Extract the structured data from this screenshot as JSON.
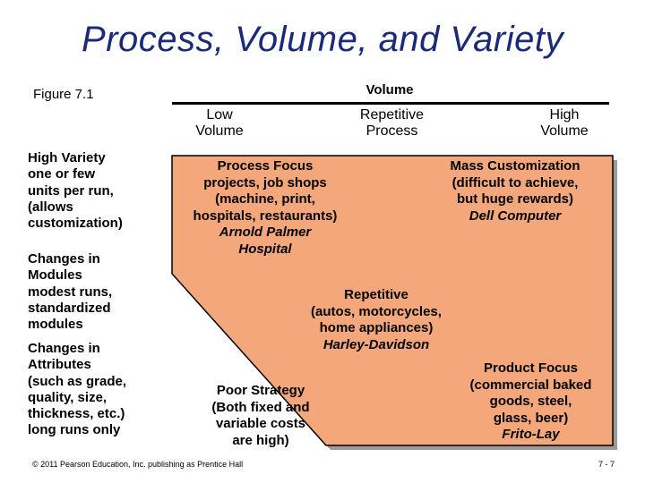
{
  "title": "Process, Volume, and Variety",
  "figure_label": "Figure 7.1",
  "volume_axis": {
    "label": "Volume",
    "low": "Low\nVolume",
    "repetitive": "Repetitive\nProcess",
    "high": "High\nVolume"
  },
  "variety_rows": [
    "High Variety\none or few\nunits per run,\n(allows\ncustomization)",
    "Changes in\nModules\nmodest runs,\nstandardized\nmodules",
    "Changes in\nAttributes\n(such as grade,\nquality, size,\nthickness, etc.)\nlong runs only"
  ],
  "cells": {
    "process_focus": {
      "text": "Process Focus\nprojects, job shops\n(machine, print,\nhospitals, restaurants)",
      "example": "Arnold Palmer\nHospital"
    },
    "mass_customization": {
      "text": "Mass Customization\n(difficult to achieve,\nbut huge rewards)",
      "example": "Dell Computer"
    },
    "repetitive": {
      "text": "Repetitive\n(autos, motorcycles,\nhome appliances)",
      "example": "Harley-Davidson"
    },
    "poor_strategy": {
      "text": "Poor Strategy\n(Both fixed and\nvariable costs\nare high)"
    },
    "product_focus": {
      "text": "Product Focus\n(commercial baked\ngoods, steel,\nglass, beer)",
      "example": "Frito-Lay"
    }
  },
  "colors": {
    "title": "#1a2a7a",
    "shape_fill": "#f4a77a",
    "shape_shadow": "#9a9a9a",
    "shape_border": "#000000"
  },
  "footer": {
    "copyright": "© 2011 Pearson Education, Inc. publishing as Prentice Hall",
    "page": "7 - 7"
  }
}
